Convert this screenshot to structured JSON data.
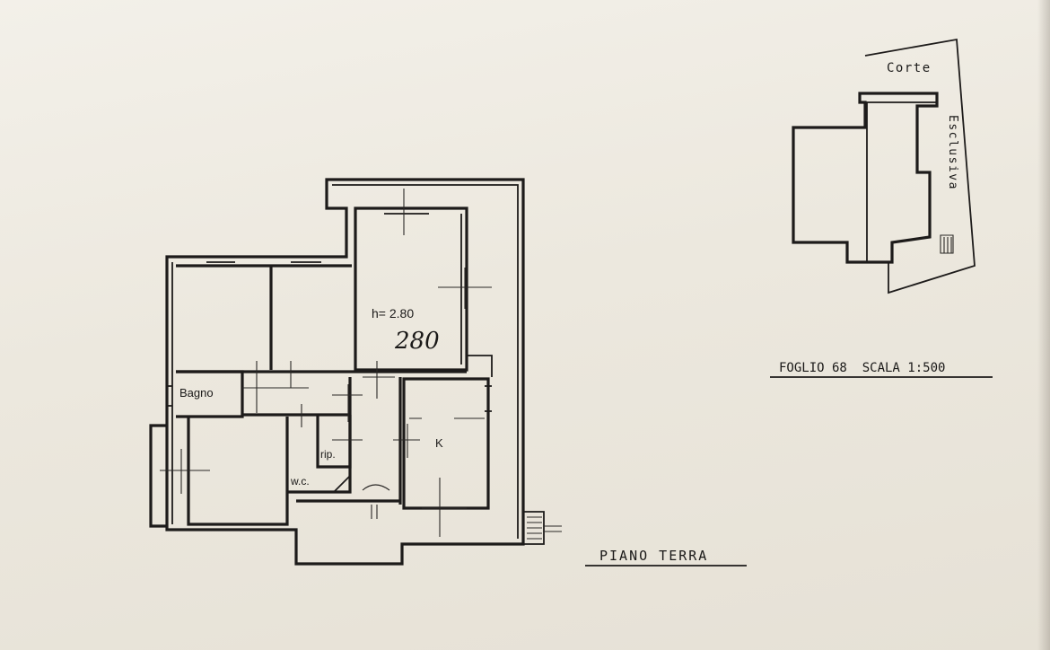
{
  "floor_plan": {
    "height_label": "h= 2.80",
    "height_handwritten": "280",
    "rooms": {
      "bathroom": "Bagno",
      "storage": "rip.",
      "wc": "w.c.",
      "kitchen": "K"
    },
    "plan_title": "PIANO TERRA"
  },
  "site_plan": {
    "court_word_1": "Corte",
    "court_word_2": "Esclusiva"
  },
  "cadastral_ref": "FOGLIO 68  SCALA 1:500"
}
